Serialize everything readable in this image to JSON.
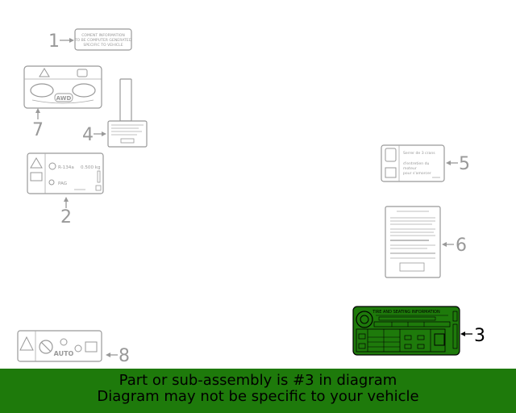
{
  "callouts": {
    "c1": "1",
    "c2": "2",
    "c3": "3",
    "c4": "4",
    "c5": "5",
    "c6": "6",
    "c7": "7",
    "c8": "8"
  },
  "label1": {
    "line1": "COMENT INFORMATION",
    "line2": "TO BE COMPUTER GENERATED",
    "line3": "SPECIFIC TO VEHICLE"
  },
  "label2": {
    "refrigerant": "R-134a",
    "charge": "0.500 kg",
    "oil": "PAG"
  },
  "label3": {
    "title": "TIRE AND SEATING INFORMATION"
  },
  "label5": {
    "line1": "Serrer de 3 crans",
    "line2": "d'entretien du",
    "line3": "moteur",
    "line4": "pour s'amorcer"
  },
  "label7": {
    "badge": "AWD"
  },
  "label8": {
    "badge": "AUTO"
  },
  "banner": {
    "line1": "Part or sub-assembly is #3 in diagram",
    "line2": "Diagram may not be specific to your vehicle"
  },
  "colors": {
    "highlight": "#1e7a0b",
    "banner_bg": "#1e7a0b",
    "line_gray": "#999999"
  }
}
